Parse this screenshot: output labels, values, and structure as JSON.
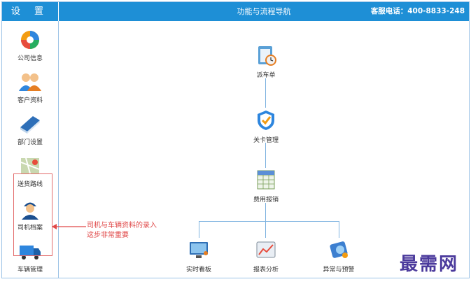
{
  "header": {
    "side_title": "设 置",
    "main_title": "功能与流程导航",
    "phone": "客服电话：400-8833-248"
  },
  "sidebar": {
    "items": [
      {
        "label": "公司信息",
        "icon": "company-icon"
      },
      {
        "label": "客户资料",
        "icon": "customers-icon"
      },
      {
        "label": "部门设置",
        "icon": "departments-icon"
      },
      {
        "label": "送货路线",
        "icon": "route-icon"
      },
      {
        "label": "司机档案",
        "icon": "driver-icon"
      },
      {
        "label": "车辆管理",
        "icon": "truck-icon"
      }
    ]
  },
  "flow": {
    "dispatch": "派车单",
    "checkpoint": "关卡管理",
    "expense": "费用报销",
    "realtime": "实时看板",
    "reports": "报表分析",
    "exceptions": "异常与预警"
  },
  "annotation": {
    "line1": "司机与车辆资料的录入",
    "line2": "这步非常重要"
  },
  "watermark": "最需网",
  "colors": {
    "accent": "#1e8fd6",
    "note": "#e04848",
    "highlight": "#e36c6c"
  }
}
